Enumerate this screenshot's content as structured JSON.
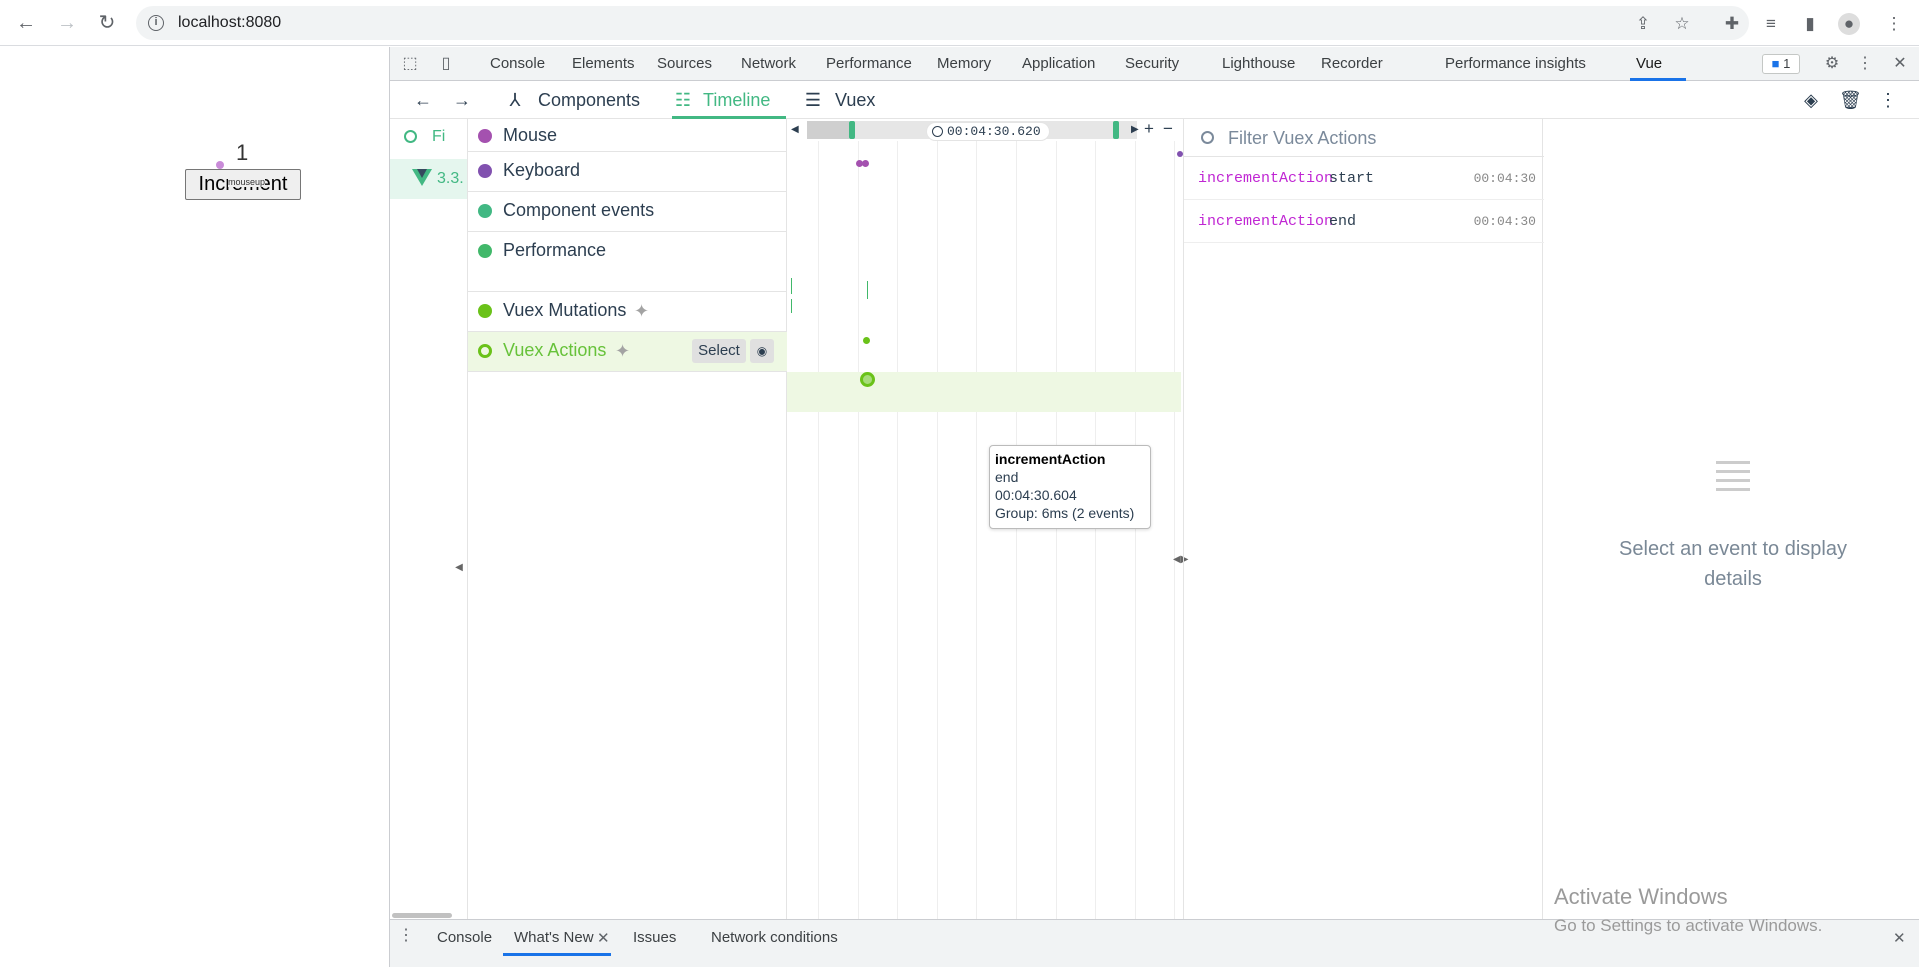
{
  "browser": {
    "url": "localhost:8080",
    "back_icon": "back-arrow-icon",
    "forward_icon": "forward-arrow-icon",
    "reload_icon": "reload-icon"
  },
  "page": {
    "counter": "1",
    "button_label": "Increment",
    "tooltip": "mouseup"
  },
  "devtools": {
    "tabs": [
      "Console",
      "Elements",
      "Sources",
      "Network",
      "Performance",
      "Memory",
      "Application",
      "Security",
      "Lighthouse",
      "Recorder",
      "Performance insights",
      "Vue"
    ],
    "active_tab": "Vue",
    "issues_count": "1"
  },
  "vue": {
    "tabs": [
      "Components",
      "Timeline",
      "Vuex"
    ],
    "active_tab": "Timeline",
    "filter_left": "Fi",
    "app_version": "3.3.",
    "layers": [
      {
        "label": "Mouse",
        "color": "#a451af"
      },
      {
        "label": "Keyboard",
        "color": "#8151af"
      },
      {
        "label": "Component events",
        "color": "#41b883"
      },
      {
        "label": "Performance",
        "color": "#41b86a"
      },
      {
        "label": "Vuex Mutations",
        "color": "#6ac219"
      },
      {
        "label": "Vuex Actions",
        "color": "#6ac219",
        "selected": true
      }
    ],
    "select_label": "Select",
    "timeline_time": "00:04:30.620",
    "tooltip": {
      "title": "incrementAction",
      "sub": "end",
      "time": "00:04:30.604",
      "group": "Group: 6ms (2 events)"
    },
    "events_filter_placeholder": "Filter Vuex Actions",
    "events": [
      {
        "name": "incrementAction",
        "sub": "start",
        "time": "00:04:30"
      },
      {
        "name": "incrementAction",
        "sub": "end",
        "time": "00:04:30"
      }
    ],
    "details_message": "Select an event to display details"
  },
  "drawer": {
    "tabs": [
      "Console",
      "What's New",
      "Issues",
      "Network conditions"
    ],
    "active_tab": "What's New"
  },
  "watermark": {
    "line1": "Activate Windows",
    "line2": "Go to Settings to activate Windows."
  }
}
